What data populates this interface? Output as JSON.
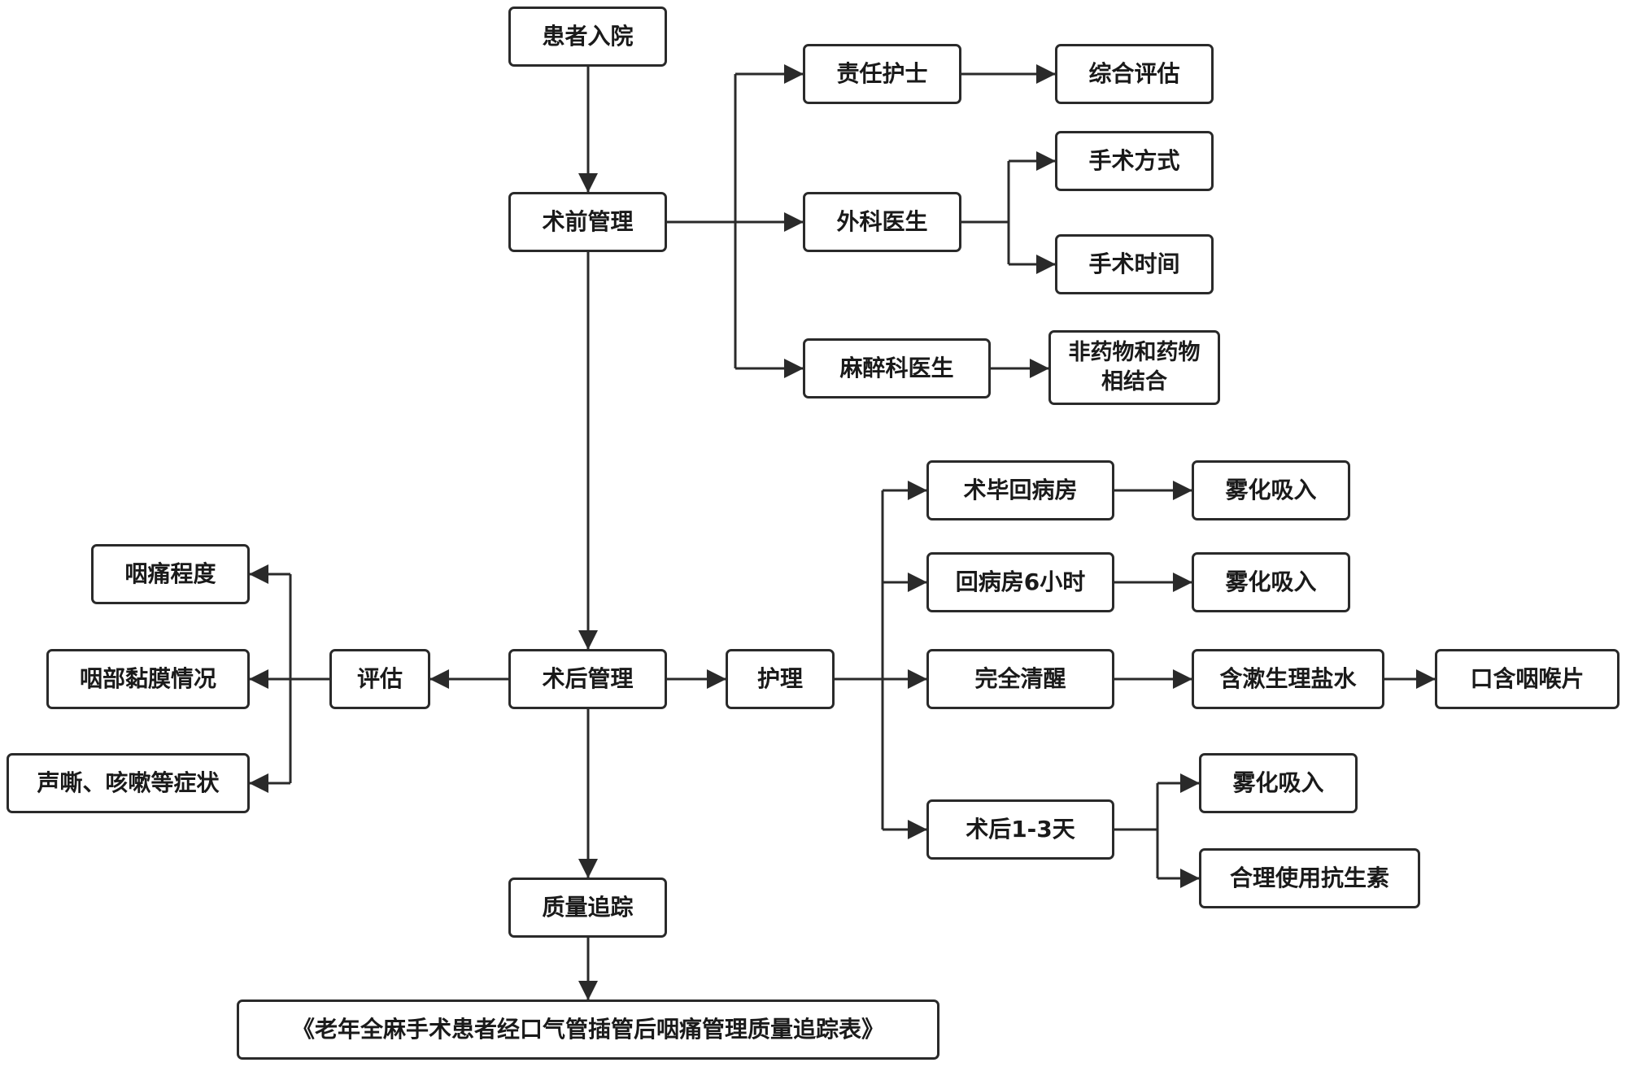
{
  "nodes": {
    "admission": "患者入院",
    "preop": "术前管理",
    "nurse": "责任护士",
    "surgeon": "外科医生",
    "anesth": "麻醉科医生",
    "assess_all": "综合评估",
    "surgery_method": "手术方式",
    "surgery_time": "手术时间",
    "combined": "非药物和药物相结合",
    "postop": "术后管理",
    "evaluate": "评估",
    "pain_degree": "咽痛程度",
    "mucosa": "咽部黏膜情况",
    "hoarse": "声嘶、咳嗽等症状",
    "care": "护理",
    "return_ward": "术毕回病房",
    "six_hours": "回病房6小时",
    "fully_awake": "完全清醒",
    "post_1_3": "术后1-3天",
    "nebulize_a": "雾化吸入",
    "nebulize_b": "雾化吸入",
    "gargle": "含漱生理盐水",
    "lozenge": "口含咽喉片",
    "nebulize_c": "雾化吸入",
    "antibiotics": "合理使用抗生素",
    "quality": "质量追踪",
    "form": "《老年全麻手术患者经口气管插管后咽痛管理质量追踪表》"
  },
  "colors": {
    "line": "#2a2a2a",
    "fill": "#ffffff"
  }
}
